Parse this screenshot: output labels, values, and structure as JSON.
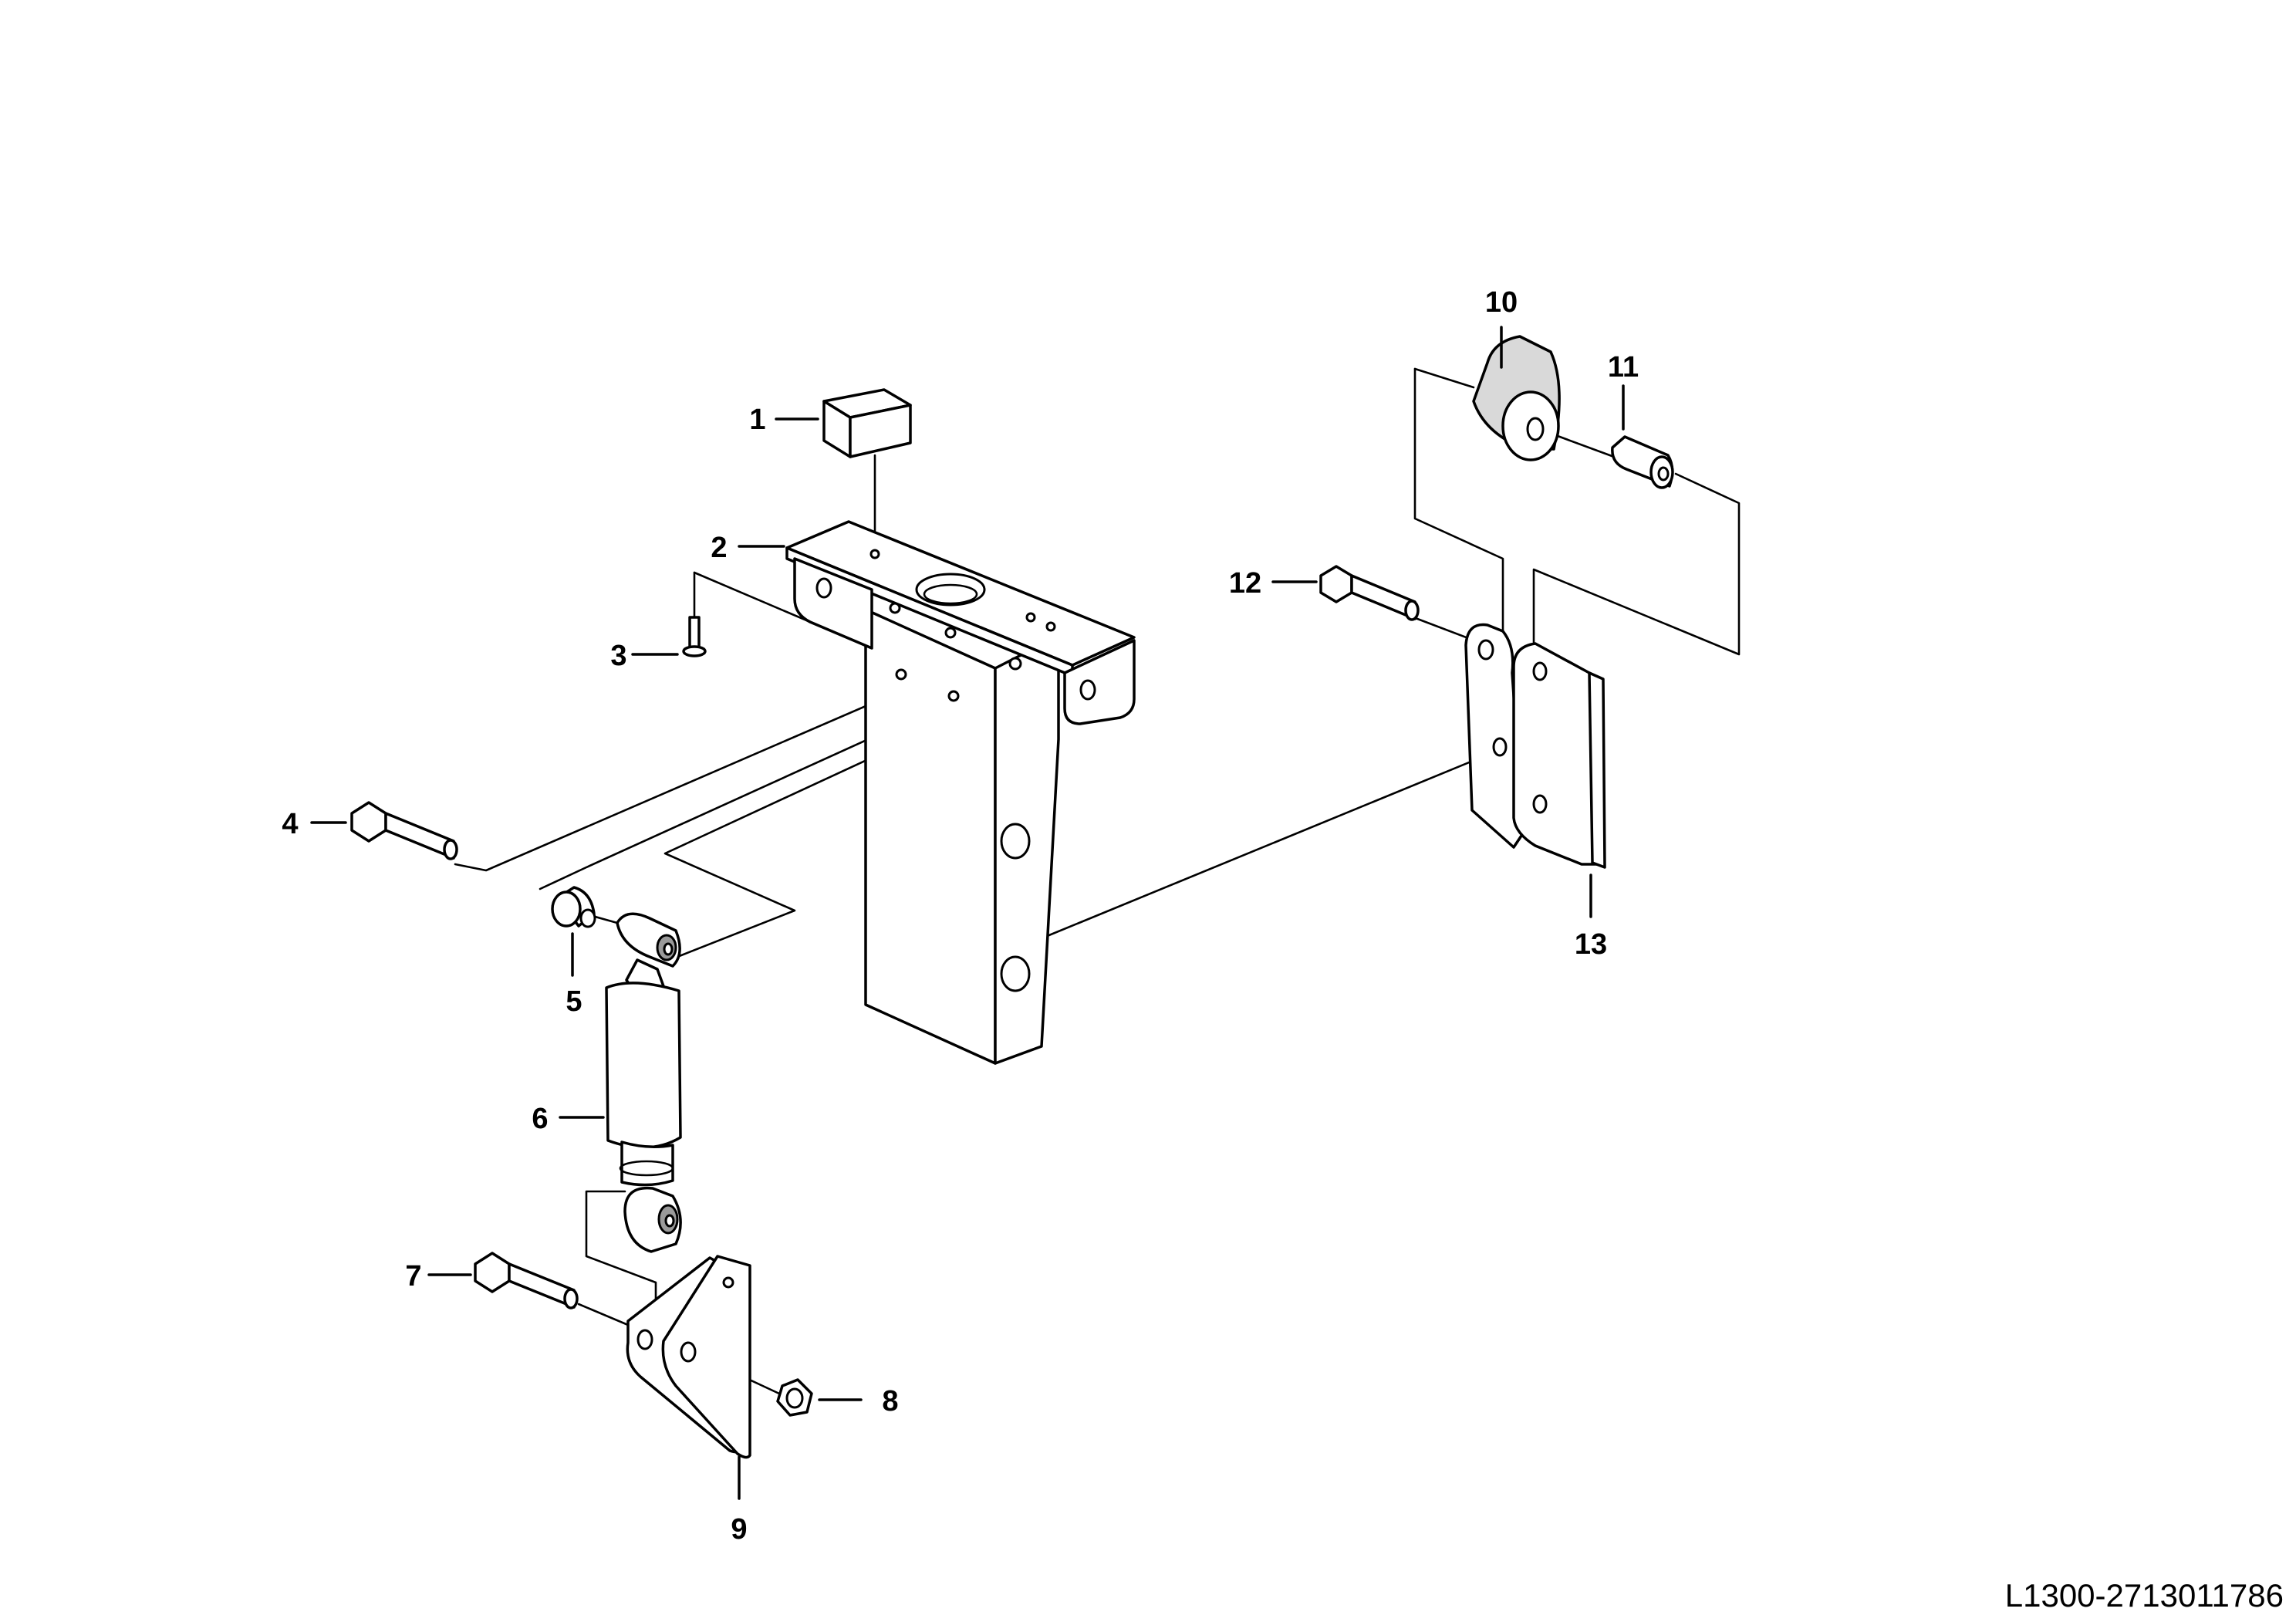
{
  "callouts": [
    {
      "number": "1"
    },
    {
      "number": "2"
    },
    {
      "number": "3"
    },
    {
      "number": "4"
    },
    {
      "number": "5"
    },
    {
      "number": "6"
    },
    {
      "number": "7"
    },
    {
      "number": "8"
    },
    {
      "number": "9"
    },
    {
      "number": "10"
    },
    {
      "number": "11"
    },
    {
      "number": "12"
    },
    {
      "number": "13"
    }
  ],
  "drawing_code": "L1300-2713011786"
}
